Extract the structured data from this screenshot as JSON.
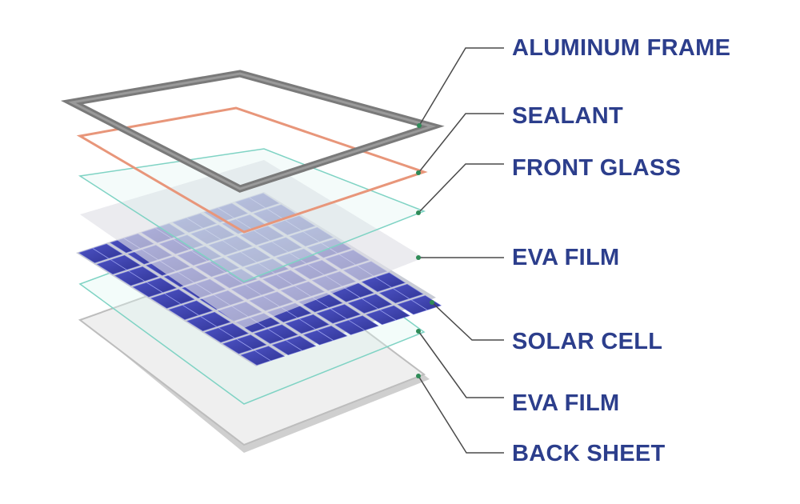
{
  "layers": [
    {
      "id": "aluminum-frame",
      "label": "ALUMINUM FRAME"
    },
    {
      "id": "sealant",
      "label": "SEALANT"
    },
    {
      "id": "front-glass",
      "label": "FRONT GLASS"
    },
    {
      "id": "eva-film-top",
      "label": "EVA FILM"
    },
    {
      "id": "solar-cell",
      "label": "SOLAR CELL"
    },
    {
      "id": "eva-film-bottom",
      "label": "EVA FILM"
    },
    {
      "id": "back-sheet",
      "label": "BACK SHEET"
    }
  ],
  "colors": {
    "label_text": "#2c3e8c",
    "leader_line": "#4a4a4a",
    "anchor_dot": "#2e8b57",
    "frame": "#7a7a7a",
    "sealant": "#e8967a",
    "glass": "#7fd3c4",
    "eva_film": "#dadada",
    "solar_cell": "#3b3fa8",
    "back_sheet": "#e6e6e6"
  }
}
